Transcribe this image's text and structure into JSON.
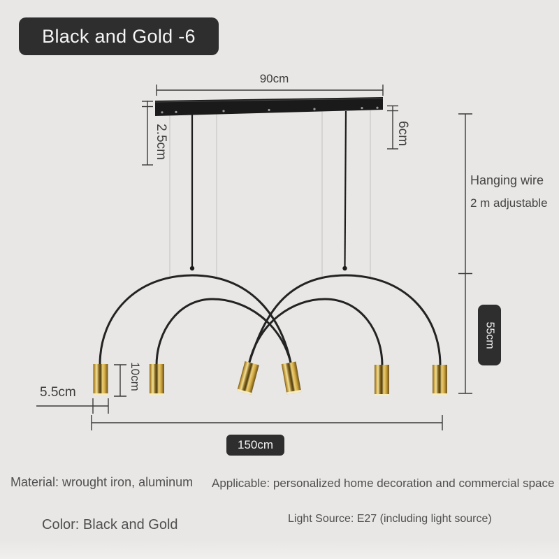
{
  "title_badge": {
    "label": "Black and Gold -6"
  },
  "dimensions": {
    "canopy_width": "90cm",
    "canopy_drop": "2.5cm",
    "canopy_side_height": "6cm",
    "hanging_wire_line1": "Hanging wire",
    "hanging_wire_line2": "2 m adjustable",
    "body_height": "55cm",
    "lamp_height": "10cm",
    "lamp_diameter": "5.5cm",
    "fixture_length": "150cm"
  },
  "specs": {
    "material": "Material: wrought iron, aluminum",
    "applicable": "Applicable: personalized home decoration and commercial space",
    "color": "Color: Black and Gold",
    "light_source": "Light Source: E27 (including light source)"
  },
  "colors": {
    "background": "#e8e7e5",
    "badge_background": "#2e2e2e",
    "badge_text": "#f5f5f5",
    "dimension_lines": "#3a3a3a",
    "arc_wire": "#232323",
    "hanging_thin_wire": "#c9c8c5",
    "gold_lamp": "#c9a23f",
    "gold_highlight": "#f2e29b",
    "gold_shadow": "#4f3d10"
  }
}
